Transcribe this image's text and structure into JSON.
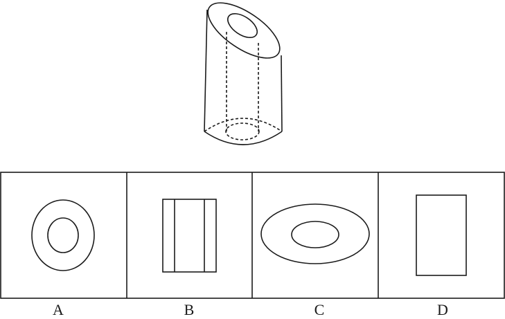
{
  "options": [
    {
      "label": "A",
      "view_shape": "concentric-ovals"
    },
    {
      "label": "B",
      "view_shape": "rectangle-with-two-inner-vertical-lines"
    },
    {
      "label": "C",
      "view_shape": "concentric-wide-ellipses"
    },
    {
      "label": "D",
      "view_shape": "plain-rectangle"
    }
  ],
  "colors": {
    "stroke": "#1a1a1a",
    "background": "#ffffff"
  }
}
